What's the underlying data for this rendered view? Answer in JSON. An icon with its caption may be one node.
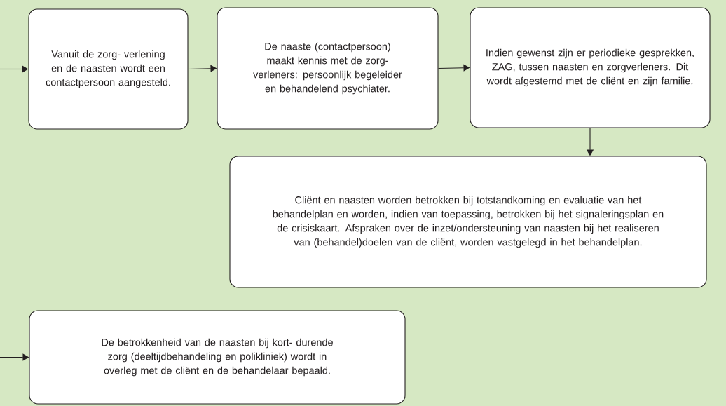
{
  "diagram": {
    "nodes": [
      {
        "text": [
          "Vanuit de zorg- verlening en de naasten wordt een contactpersoon aangesteld."
        ]
      },
      {
        "text": [
          "De naaste (contactpersoon) maakt kennis met de zorg- verleners: persoonlijk begeleider en behandelend psychiater."
        ]
      },
      {
        "text": [
          "Indien gewenst zijn er periodieke gesprekken, ZAG, tussen naasten en zorgverleners. Dit wordt afgestemd met de cliënt en zijn familie."
        ]
      },
      {
        "text": [
          "Cliënt en naasten worden betrokken bij totstandkoming en evaluatie van het behandelplan en worden, indien van toepassing, betrokken bij het signaleringsplan en de crisiskaart. Afspraken over de inzet/ondersteuning van naasten bij het realiseren van (behandel)doelen van de cliënt, worden vastgelegd in het behandelplan."
        ]
      },
      {
        "text": [
          "De betrokkenheid van de naasten bij kort- durende zorg (deeltijdbehandeling en polikliniek) wordt in overleg met de cliënt en de behandelaar bepaald."
        ]
      }
    ],
    "edges": [
      {
        "from": null,
        "to": 0,
        "arrow": "to"
      },
      {
        "from": 0,
        "to": 1,
        "arrow": "to"
      },
      {
        "from": 1,
        "to": 2,
        "arrow": "to"
      },
      {
        "from": 2,
        "to": 3,
        "arrow": "to"
      },
      {
        "from": null,
        "to": 4,
        "arrow": "to"
      }
    ]
  }
}
